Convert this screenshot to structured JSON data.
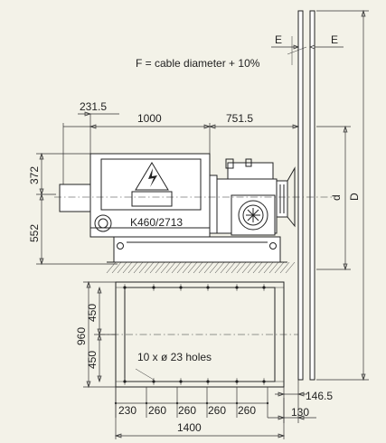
{
  "annotations": {
    "e_left": "E",
    "e_right": "E",
    "cable_note": "F = cable diameter + 10%",
    "model": "K460/2713",
    "holes": "10 x ø 23 holes"
  },
  "dimensions": {
    "top_left": "231.5",
    "top_mid": "1000",
    "top_right": "751.5",
    "upper_height": "372",
    "lower_height": "552",
    "d_label": "d",
    "D_label": "D",
    "frame_total": "960",
    "frame_upper": "450",
    "frame_lower": "450",
    "right_offset": "146.5",
    "bottom_right": "130",
    "spacings": [
      "230",
      "260",
      "260",
      "260",
      "260"
    ],
    "overall_width": "1400"
  },
  "colors": {
    "background": "#f3f2e8",
    "line": "#222222"
  }
}
